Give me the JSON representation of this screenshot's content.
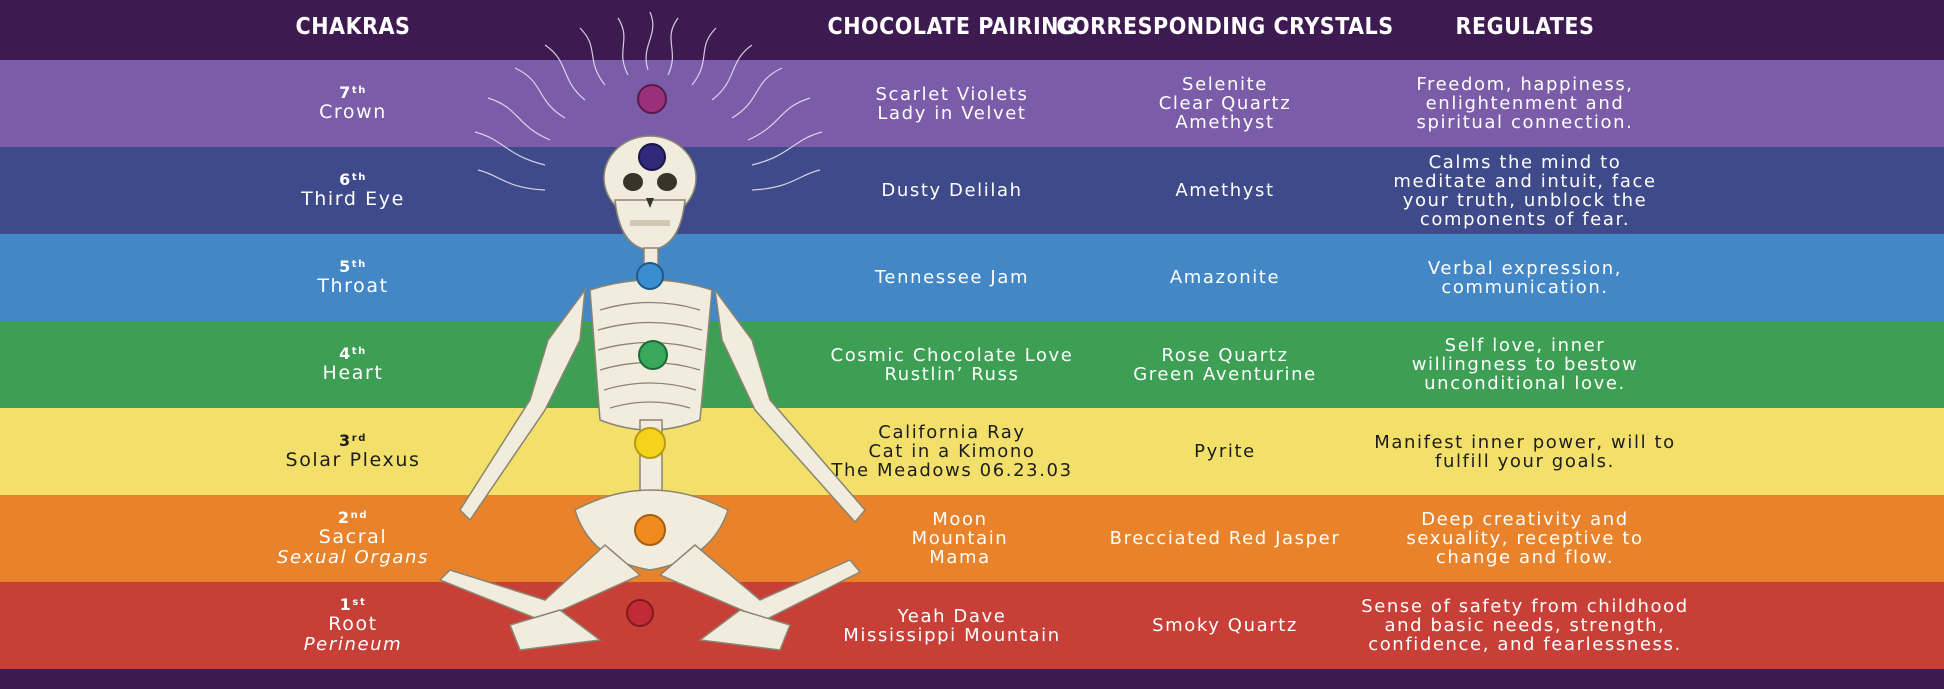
{
  "headers": {
    "chakras": "CHAKRAS",
    "chocolate": "CHOCOLATE PAIRING",
    "crystals": "CORRESPONDING CRYSTALS",
    "regulates": "REGULATES"
  },
  "rows": [
    {
      "num": "7",
      "suffix": "th",
      "name": "Crown",
      "sub": "",
      "chocolate": [
        "Scarlet Violets",
        "Lady in Velvet"
      ],
      "crystals": [
        "Selenite",
        "Clear Quartz",
        "Amethyst"
      ],
      "regulates": [
        "Freedom, happiness,",
        "enlightenment and",
        "spiritual connection."
      ],
      "color": "#7a5ca8"
    },
    {
      "num": "6",
      "suffix": "th",
      "name": "Third Eye",
      "sub": "",
      "chocolate": [
        "Dusty Delilah"
      ],
      "crystals": [
        "Amethyst"
      ],
      "regulates": [
        "Calms the mind to",
        "meditate and intuit, face",
        "your truth, unblock the",
        "components of fear."
      ],
      "color": "#3e4a8a"
    },
    {
      "num": "5",
      "suffix": "th",
      "name": "Throat",
      "sub": "",
      "chocolate": [
        "Tennessee Jam"
      ],
      "crystals": [
        "Amazonite"
      ],
      "regulates": [
        "Verbal expression,",
        "communication."
      ],
      "color": "#4387c6"
    },
    {
      "num": "4",
      "suffix": "th",
      "name": "Heart",
      "sub": "",
      "chocolate": [
        "Cosmic Chocolate Love",
        "Rustlin’ Russ"
      ],
      "crystals": [
        "Rose Quartz",
        "Green Aventurine"
      ],
      "regulates": [
        "Self love, inner",
        "willingness to bestow",
        "unconditional love."
      ],
      "color": "#3d9f53"
    },
    {
      "num": "3",
      "suffix": "rd",
      "name": "Solar Plexus",
      "sub": "",
      "chocolate": [
        "California Ray",
        "Cat in a Kimono",
        "The Meadows 06.23.03"
      ],
      "crystals": [
        "Pyrite"
      ],
      "regulates": [
        "Manifest inner power, will to",
        "fulfill your goals."
      ],
      "color": "#f3e06a"
    },
    {
      "num": "2",
      "suffix": "nd",
      "name": "Sacral",
      "sub": "Sexual Organs",
      "chocolate": [
        "Moon",
        "Mountain",
        "Mama"
      ],
      "crystals": [
        "Brecciated Red Jasper"
      ],
      "regulates": [
        "Deep creativity and",
        "sexuality, receptive to",
        "change and flow."
      ],
      "color": "#e8832c"
    },
    {
      "num": "1",
      "suffix": "st",
      "name": "Root",
      "sub": "Perineum",
      "chocolate": [
        "Yeah Dave",
        "Mississippi Mountain"
      ],
      "crystals": [
        "Smoky Quartz"
      ],
      "regulates": [
        "Sense of safety from childhood",
        "and basic needs, strength,",
        "confidence, and fearlessness."
      ],
      "color": "#c83f37"
    }
  ]
}
